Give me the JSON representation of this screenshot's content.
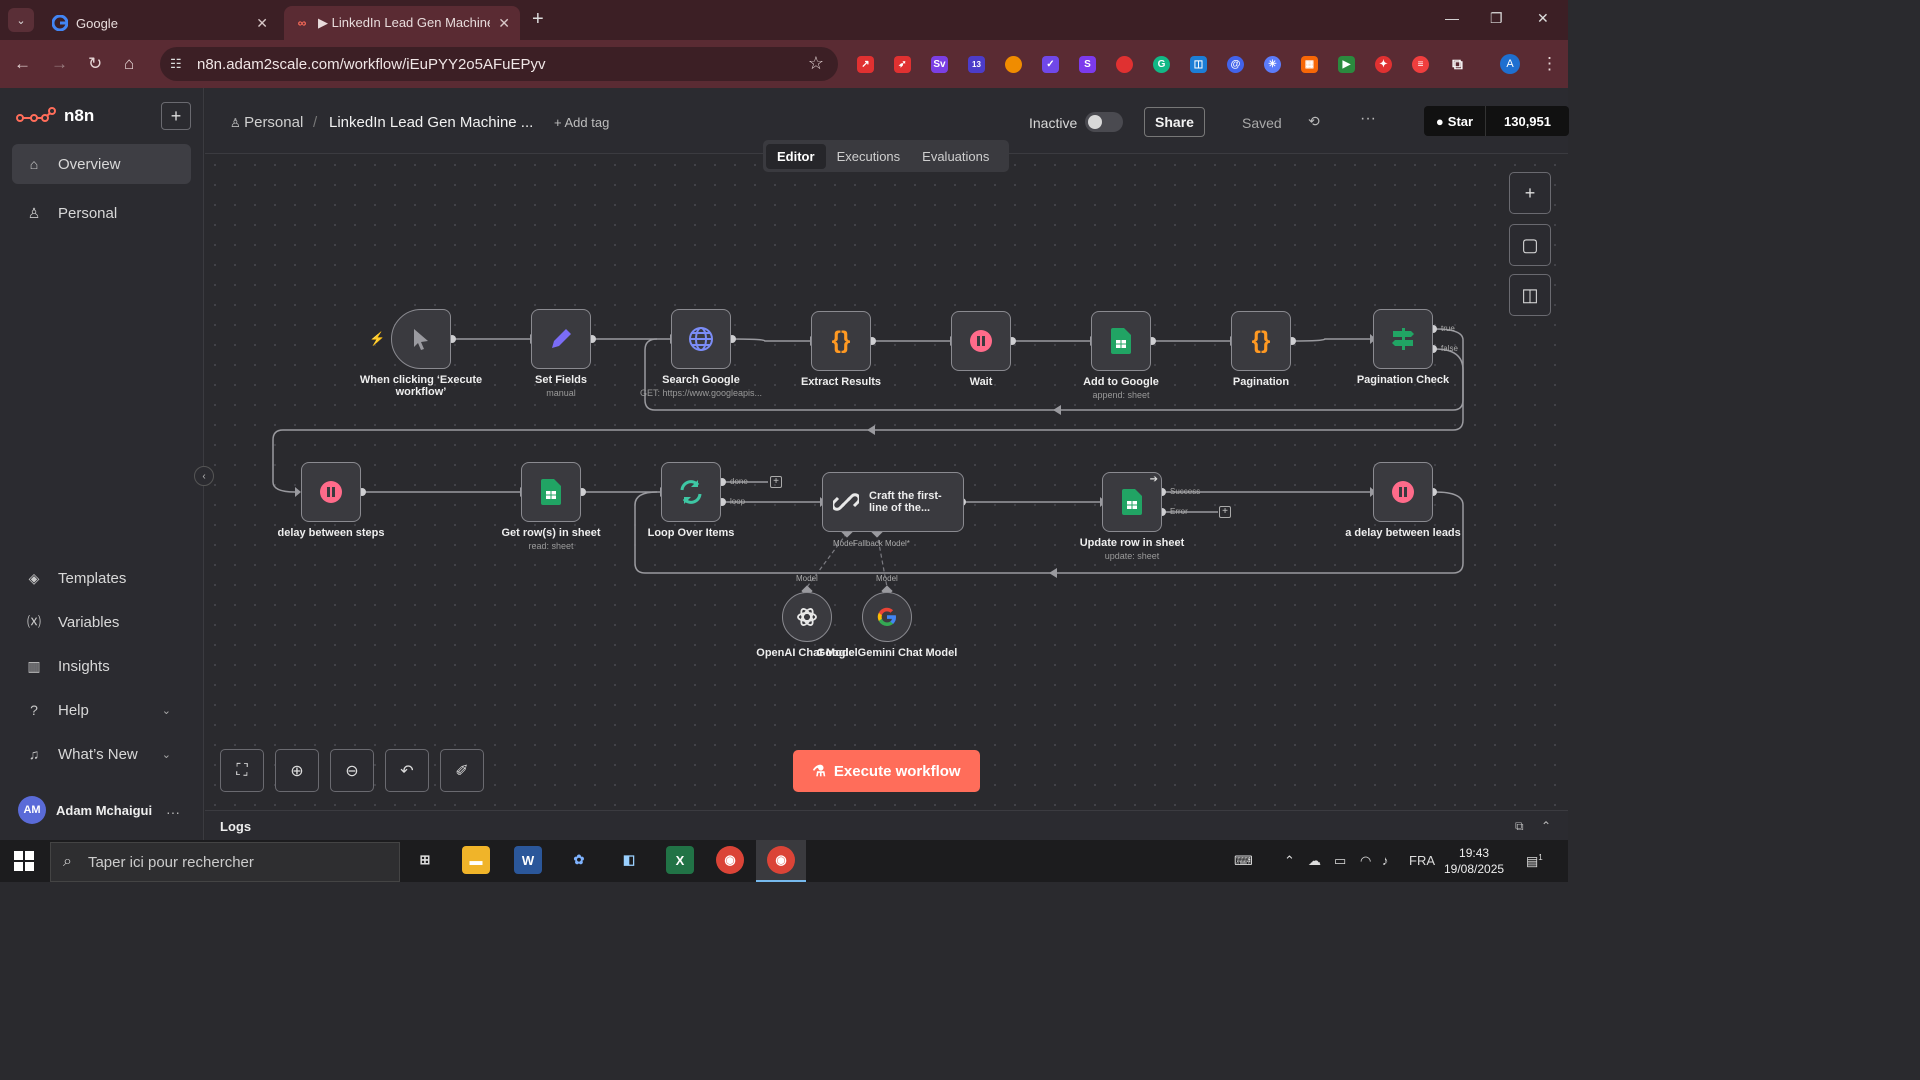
{
  "browser": {
    "tabs": [
      {
        "title": "Google",
        "active": false
      },
      {
        "title": "▶ LinkedIn Lead Gen Machine (",
        "active": true
      }
    ],
    "url": "n8n.adam2scale.com/workflow/iEuPYY2o5AFuEPyv",
    "profile_initial": "A",
    "ext_badge": "13"
  },
  "app": {
    "brand": "n8n",
    "sidebar": {
      "top_items": [
        {
          "label": "Overview",
          "icon": "home-icon",
          "active": true
        },
        {
          "label": "Personal",
          "icon": "user-icon",
          "active": false
        }
      ],
      "bottom_items": [
        {
          "label": "Templates",
          "icon": "templates-icon"
        },
        {
          "label": "Variables",
          "icon": "variables-icon"
        },
        {
          "label": "Insights",
          "icon": "insights-icon"
        },
        {
          "label": "Help",
          "icon": "help-icon"
        },
        {
          "label": "What’s New",
          "icon": "bell-icon"
        }
      ],
      "user": {
        "initials": "AM",
        "name": "Adam Mchaigui"
      }
    },
    "header": {
      "project": "Personal",
      "separator": "/",
      "workflow_name": "LinkedIn Lead Gen Machine ...",
      "add_tag": "+ Add tag",
      "status_label": "Inactive",
      "share_label": "Share",
      "saved_label": "Saved",
      "github_star_label": "Star",
      "github_star_count": "130,951"
    },
    "view_tabs": [
      {
        "label": "Editor",
        "active": true
      },
      {
        "label": "Executions",
        "active": false
      },
      {
        "label": "Evaluations",
        "active": false
      }
    ],
    "nodes": {
      "trigger": {
        "title": "When clicking ‘Execute workflow’"
      },
      "set_fields": {
        "title": "Set Fields",
        "sub": "manual"
      },
      "search_google": {
        "title": "Search Google",
        "sub": "GET: https://www.googleapis..."
      },
      "extract_results": {
        "title": "Extract Results"
      },
      "wait": {
        "title": "Wait"
      },
      "add_to_google": {
        "title": "Add to Google",
        "sub": "append: sheet"
      },
      "pagination": {
        "title": "Pagination"
      },
      "pagination_check": {
        "title": "Pagination Check",
        "port_true": "true",
        "port_false": "false"
      },
      "delay_steps": {
        "title": "delay between steps"
      },
      "get_rows": {
        "title": "Get row(s) in sheet",
        "sub": "read: sheet"
      },
      "loop_items": {
        "title": "Loop Over Items",
        "port_done": "done",
        "port_loop": "loop"
      },
      "craft": {
        "title": "Craft the first-line of the...",
        "port_model": "Model",
        "port_fallback": "Fallback Model*"
      },
      "update_row": {
        "title": "Update row in sheet",
        "sub": "update: sheet",
        "port_success": "Success",
        "port_error": "Error"
      },
      "delay_leads": {
        "title": "a delay between leads"
      },
      "openai": {
        "title": "OpenAI Chat Model",
        "port": "Model"
      },
      "gemini": {
        "title": "Google Gemini Chat Model",
        "port": "Model"
      }
    },
    "execute_button": "Execute workflow",
    "logs_label": "Logs"
  },
  "taskbar": {
    "search_placeholder": "Taper ici pour rechercher",
    "language": "FRA",
    "time": "19:43",
    "date": "19/08/2025",
    "notification_count": "1"
  },
  "colors": {
    "accent": "#ff6d5a",
    "sheets_green": "#21a464",
    "wait_pink": "#ff6b8a",
    "code_orange": "#ff9922",
    "browser_frame": "#5a2b33"
  }
}
